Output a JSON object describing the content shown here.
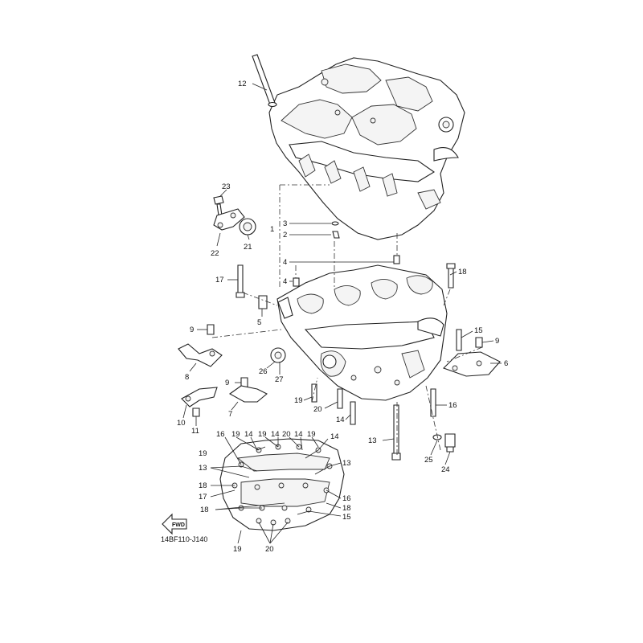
{
  "diagram": {
    "code": "14BF110-J140",
    "fwd_label": "FWD",
    "callouts": [
      {
        "id": "c12",
        "text": "12"
      },
      {
        "id": "c23",
        "text": "23"
      },
      {
        "id": "c21",
        "text": "21"
      },
      {
        "id": "c22",
        "text": "22"
      },
      {
        "id": "c3",
        "text": "3"
      },
      {
        "id": "c2",
        "text": "2"
      },
      {
        "id": "c1",
        "text": "1"
      },
      {
        "id": "c4a",
        "text": "4"
      },
      {
        "id": "c4b",
        "text": "4"
      },
      {
        "id": "c17a",
        "text": "17"
      },
      {
        "id": "c18a",
        "text": "18"
      },
      {
        "id": "c5",
        "text": "5"
      },
      {
        "id": "c9a",
        "text": "9"
      },
      {
        "id": "c8",
        "text": "8"
      },
      {
        "id": "c15a",
        "text": "15"
      },
      {
        "id": "c9b",
        "text": "9"
      },
      {
        "id": "c6",
        "text": "6"
      },
      {
        "id": "c26",
        "text": "26"
      },
      {
        "id": "c27",
        "text": "27"
      },
      {
        "id": "c9c",
        "text": "9"
      },
      {
        "id": "c19a",
        "text": "19"
      },
      {
        "id": "c20a",
        "text": "20"
      },
      {
        "id": "c16a",
        "text": "16"
      },
      {
        "id": "c7",
        "text": "7"
      },
      {
        "id": "c10",
        "text": "10"
      },
      {
        "id": "c11",
        "text": "11"
      },
      {
        "id": "c14a",
        "text": "14"
      },
      {
        "id": "c13a",
        "text": "13"
      },
      {
        "id": "c25",
        "text": "25"
      },
      {
        "id": "c24",
        "text": "24"
      },
      {
        "id": "c16b",
        "text": "16"
      },
      {
        "id": "c19b",
        "text": "19"
      },
      {
        "id": "c14b",
        "text": "14"
      },
      {
        "id": "c19c",
        "text": "19"
      },
      {
        "id": "c14c",
        "text": "14"
      },
      {
        "id": "c20b",
        "text": "20"
      },
      {
        "id": "c14d",
        "text": "14"
      },
      {
        "id": "c19d",
        "text": "19"
      },
      {
        "id": "c14e",
        "text": "14"
      },
      {
        "id": "c19e",
        "text": "19"
      },
      {
        "id": "c13b",
        "text": "13"
      },
      {
        "id": "c13c",
        "text": "13"
      },
      {
        "id": "c18b",
        "text": "18"
      },
      {
        "id": "c17b",
        "text": "17"
      },
      {
        "id": "c16c",
        "text": "16"
      },
      {
        "id": "c18c",
        "text": "18"
      },
      {
        "id": "c18d",
        "text": "18"
      },
      {
        "id": "c15b",
        "text": "15"
      },
      {
        "id": "c19f",
        "text": "19"
      },
      {
        "id": "c20c",
        "text": "20"
      }
    ]
  }
}
